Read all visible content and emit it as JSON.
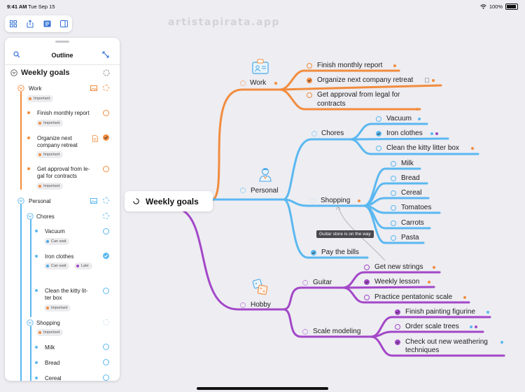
{
  "status": {
    "time": "9:41 AM",
    "date": "Tue Sep 15",
    "battery": "100%"
  },
  "watermark": "artistapirata.app",
  "outline": {
    "title": "Outline",
    "root": "Weekly goals",
    "work": "Work",
    "tag_important": "Important",
    "finish": "Finish monthly report",
    "organize_1": "Organize next",
    "organize_2": "company retreat",
    "approval_1": "Get approval from le-",
    "approval_2": "gal for contracts",
    "personal": "Personal",
    "chores": "Chores",
    "vacuum": "Vacuum",
    "tag_canwait": "Can wait",
    "iron": "Iron clothes",
    "tag_late": "Late",
    "kitty_1": "Clean the kitty lit-",
    "kitty_2": "ter box",
    "shopping": "Shopping",
    "milk": "Milk",
    "bread": "Bread",
    "cereal": "Cereal"
  },
  "map": {
    "root": "Weekly goals",
    "work": "Work",
    "work_items": [
      "Finish monthly report",
      "Organize next company retreat",
      "Get approval from legal for",
      "contracts"
    ],
    "personal": "Personal",
    "chores": "Chores",
    "chores_items": [
      "Vacuum",
      "Iron clothes",
      "Clean the kitty litter box"
    ],
    "shopping": "Shopping",
    "shopping_items": [
      "Milk",
      "Bread",
      "Cereal",
      "Tomatoes",
      "Carrots",
      "Pasta"
    ],
    "tooltip": "Guitar store is on the way",
    "bills": "Pay the bills",
    "hobby": "Hobby",
    "guitar": "Guitar",
    "guitar_items": [
      "Get new strings",
      "Weekly lesson",
      "Practice pentatonic scale"
    ],
    "scale": "Scale modeling",
    "scale_items": [
      "Finish painting figurine",
      "Order scale trees",
      "Check out new weathering",
      "techniques"
    ]
  },
  "colors": {
    "work": "#f28c3e",
    "personal": "#5bb8f0",
    "hobby": "#a347c8",
    "check": "#333333"
  }
}
